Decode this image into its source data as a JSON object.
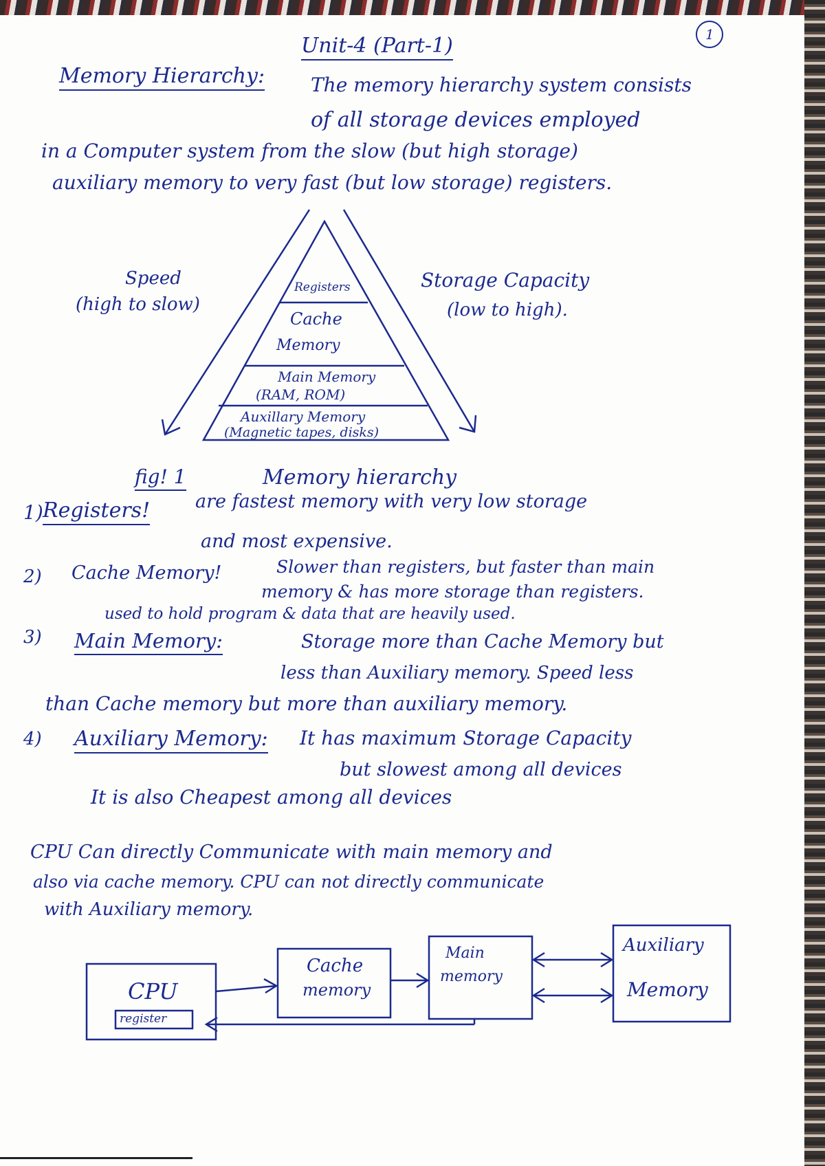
{
  "header": {
    "title": "Unit-4 (Part-1)",
    "page_number": "1"
  },
  "intro": {
    "heading": "Memory Hierarchy:",
    "line1": "The memory hierarchy system consists",
    "line2": "of all storage devices employed",
    "line3": "in a Computer system from the slow (but high storage)",
    "line4": "auxiliary memory to very fast (but low storage) registers."
  },
  "figure1": {
    "left_label_1": "Speed",
    "left_label_2": "(high to slow)",
    "right_label_1": "Storage Capacity",
    "right_label_2": "(low to high).",
    "level_registers": "Registers",
    "level_cache_1": "Cache",
    "level_cache_2": "Memory",
    "level_main_1": "Main Memory",
    "level_main_2": "(RAM, ROM)",
    "level_aux_1": "Auxillary Memory",
    "level_aux_2": "(Magnetic tapes, disks)",
    "caption_fig": "fig! 1",
    "caption_text": "Memory hierarchy"
  },
  "items": [
    {
      "number": "1)",
      "term": "Registers!",
      "line1": "are fastest memory with very low storage",
      "line2": "and most expensive."
    },
    {
      "number": "2)",
      "term": "Cache Memory!",
      "line1": "Slower than registers, but faster than main",
      "line2": "memory & has more storage than registers.",
      "line3": "used to hold program & data that are heavily used."
    },
    {
      "number": "3)",
      "term": "Main Memory:",
      "line1": "Storage more than Cache Memory but",
      "line2": "less than Auxiliary memory. Speed less",
      "line3": "than Cache memory but more than auxiliary memory."
    },
    {
      "number": "4)",
      "term": "Auxiliary Memory:",
      "line1": "It has maximum Storage Capacity",
      "line2": "but slowest among all devices",
      "line3": "It is also Cheapest among all devices"
    }
  ],
  "cpu_note": {
    "line1": "CPU Can directly Communicate with main memory and",
    "line2": "also via cache memory. CPU can not directly communicate",
    "line3": "with Auxiliary memory."
  },
  "figure2": {
    "cpu": "CPU",
    "register": "register",
    "cache_1": "Cache",
    "cache_2": "memory",
    "main_1": "Main",
    "main_2": "memory",
    "aux_1": "Auxiliary",
    "aux_2": "Memory"
  },
  "colors": {
    "ink": "#1b2a8e",
    "paper": "#fdfdfb"
  }
}
